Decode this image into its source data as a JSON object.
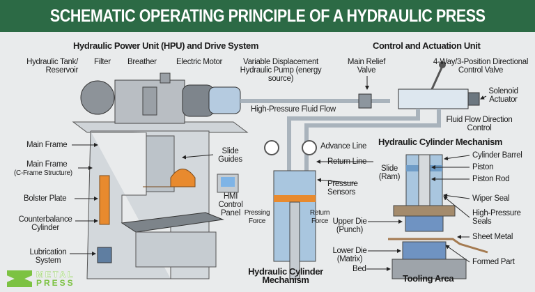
{
  "title": "SCHEMATIC OPERATING PRINCIPLE OF A HYDRAULIC PRESS",
  "sections": {
    "hpu": "Hydraulic Power Unit (HPU) and Drive System",
    "control": "Control and Actuation Unit",
    "cylinder_right": "Hydraulic Cylinder Mechanism",
    "cylinder_bottom": "Hydraulic Cylinder Mechanism",
    "tooling": "Tooling Area"
  },
  "labels": {
    "tank": "Hydraulic Tank/ Reservoir",
    "filter": "Filter",
    "breather": "Breather",
    "motor": "Electric Motor",
    "pump": "Variable Displacement Hydraulic Pump (energy source)",
    "relief": "Main Relief Valve",
    "dcv": "4-Way/3-Position Directional Control Valve",
    "solenoid": "Solenoid Actuator",
    "hp_flow": "High-Pressure Fluid Flow",
    "flow_dir": "Fluid Flow Direction Control",
    "main_frame": "Main Frame",
    "main_frame_c": "Main Frame",
    "c_frame": "(C-Frame Structure)",
    "slide_guides": "Slide Guides",
    "bolster": "Bolster Plate",
    "counterbalance": "Counterbalance Cylinder",
    "lubrication": "Lubrication System",
    "hmi": "HMI Control Panel",
    "advance": "Advance Line",
    "return_line": "Return Line",
    "sensors": "Pressure Sensors",
    "pressing": "Pressing Force",
    "return_force": "Return Force",
    "upper_die": "Upper Die (Punch)",
    "lower_die": "Lower Die (Matrix)",
    "bed": "Bed",
    "slide_ram": "Slide (Ram)",
    "barrel": "Cylinder Barrel",
    "piston": "Piston",
    "rod": "Piston Rod",
    "wiper": "Wiper Seal",
    "hp_seals": "High-Pressure Seals",
    "sheet": "Sheet Metal",
    "formed": "Formed Part"
  },
  "logo": {
    "line1": "METAL",
    "line2": "PRESS"
  },
  "colors": {
    "header": "#2c6a45",
    "accent_orange": "#e88a2e",
    "fluid_blue": "#9fc3e0",
    "steel": "#c9ced3",
    "logo_green": "#7cc242"
  }
}
